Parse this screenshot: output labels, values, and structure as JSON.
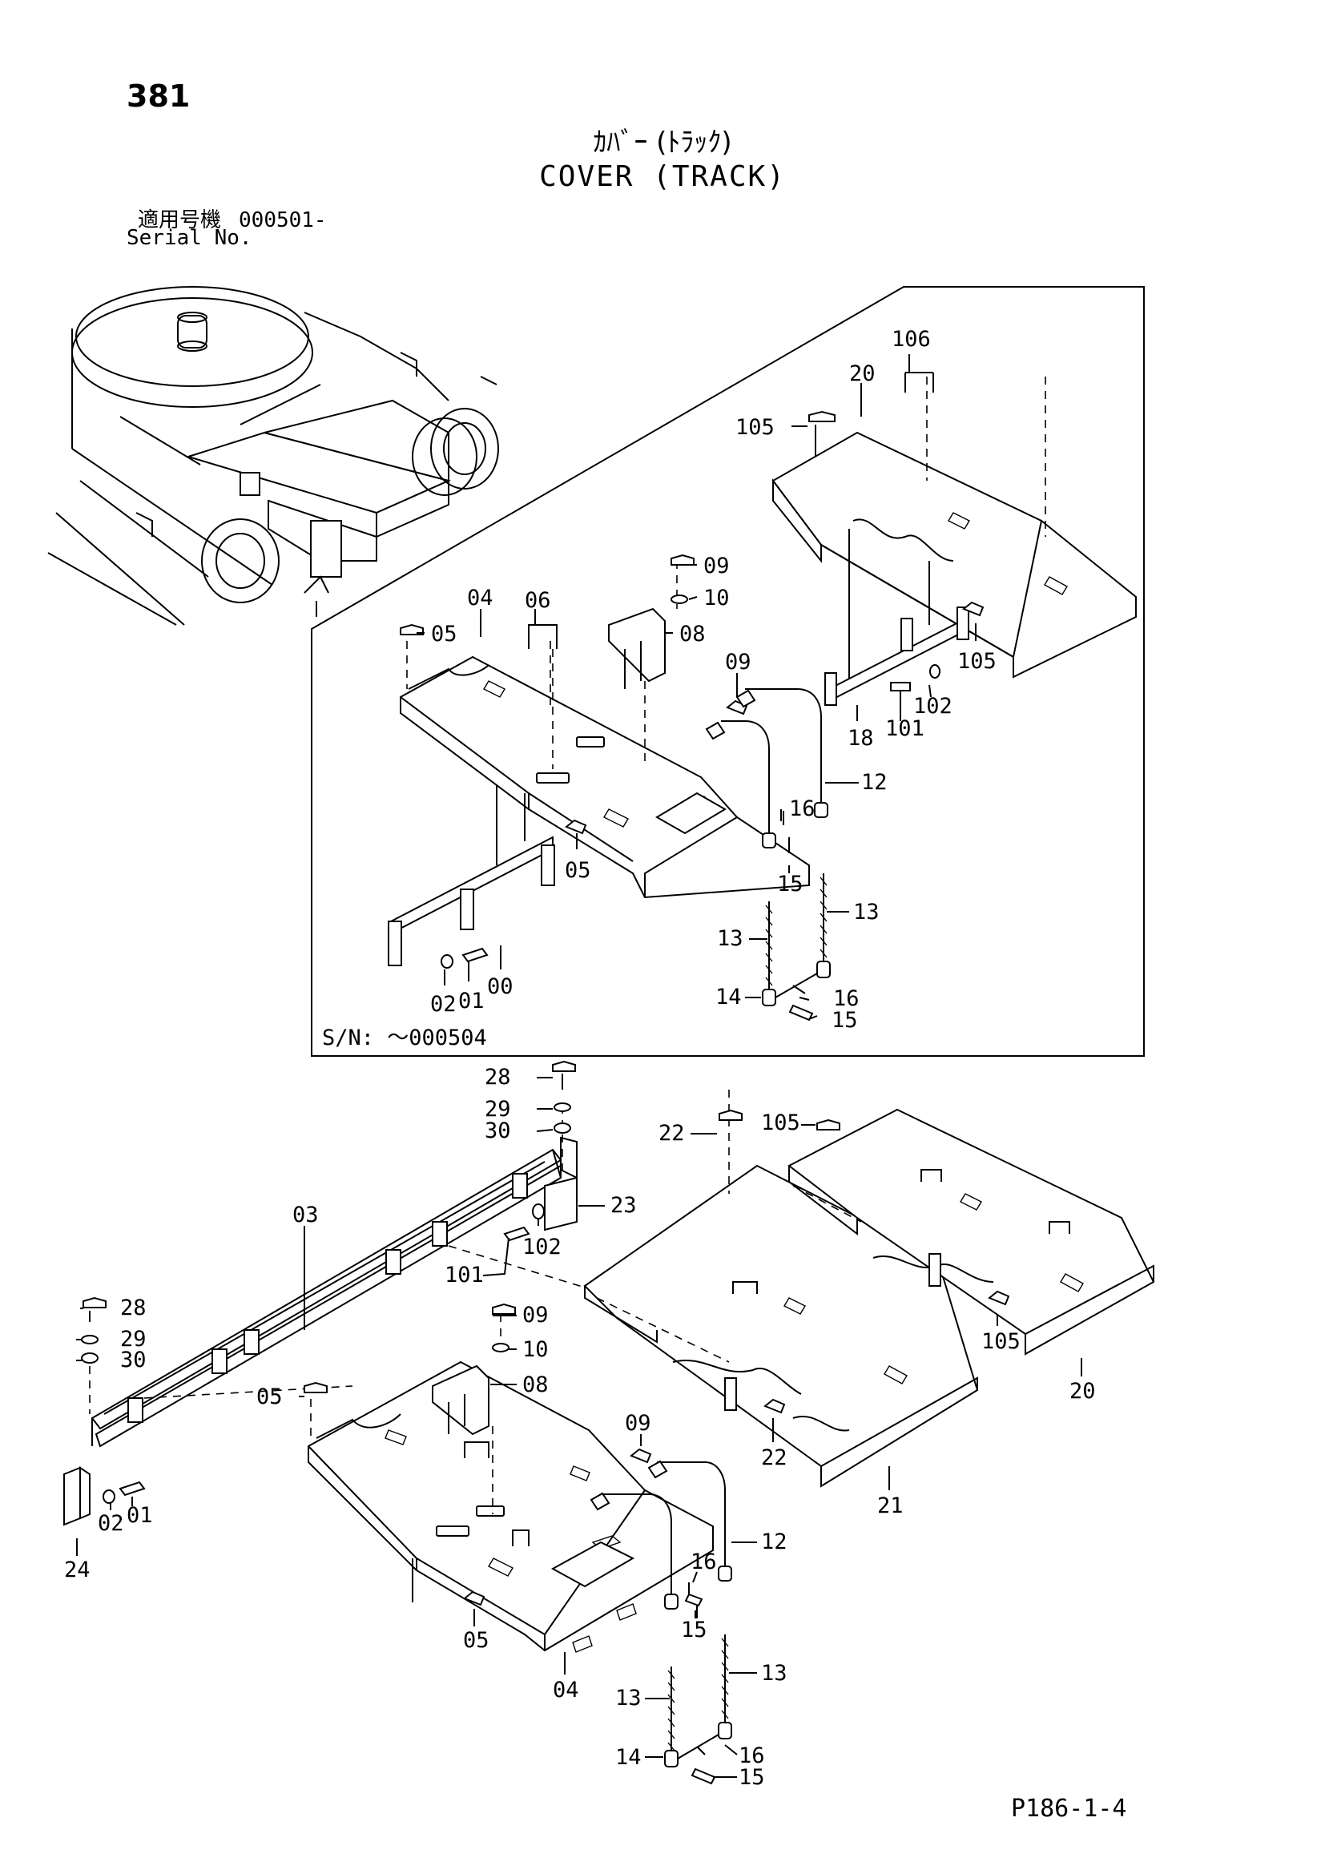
{
  "page": {
    "number": "381",
    "title_jp": "ｶﾊﾞｰ (ﾄﾗｯｸ)",
    "title_en": "COVER (TRACK)",
    "serial_label_jp": "適用号機",
    "serial_value": "000501-",
    "serial_label_en": "Serial No.",
    "footer_code": "P186-1-4"
  },
  "inset": {
    "serial_note": "S/N: ～000504",
    "callouts": [
      "106",
      "20",
      "105",
      "105",
      "101",
      "102",
      "18",
      "09",
      "10",
      "08",
      "09",
      "04",
      "06",
      "05",
      "05",
      "12",
      "16",
      "15",
      "13",
      "13",
      "00",
      "01",
      "02",
      "14",
      "16",
      "15"
    ]
  },
  "main": {
    "callouts": [
      "28",
      "29",
      "30",
      "22",
      "105",
      "03",
      "23",
      "102",
      "101",
      "28",
      "29",
      "30",
      "09",
      "10",
      "08",
      "05",
      "09",
      "12",
      "16",
      "15",
      "13",
      "13",
      "14",
      "16",
      "15",
      "01",
      "02",
      "24",
      "05",
      "04",
      "22",
      "21",
      "105",
      "20"
    ]
  },
  "overview": {
    "description_visible": ""
  }
}
